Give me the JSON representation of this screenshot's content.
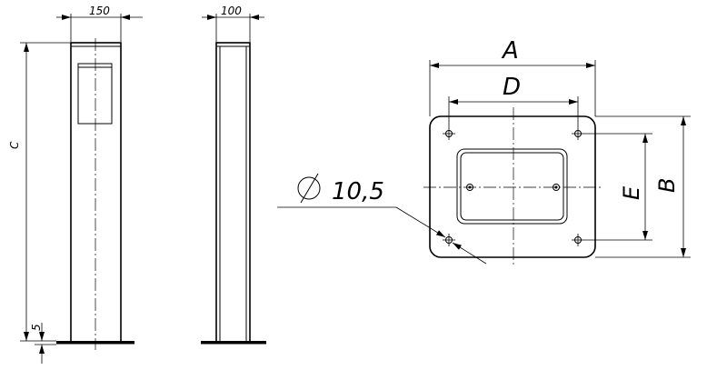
{
  "front_view": {
    "width_label": "150",
    "height_label": "C",
    "base_label": "5"
  },
  "side_view": {
    "width_label": "100"
  },
  "plate_view": {
    "dim_a": "A",
    "dim_d": "D",
    "dim_e": "E",
    "dim_b": "B",
    "hole_label": "10,5",
    "diameter_symbol": "circle-with-slash"
  }
}
